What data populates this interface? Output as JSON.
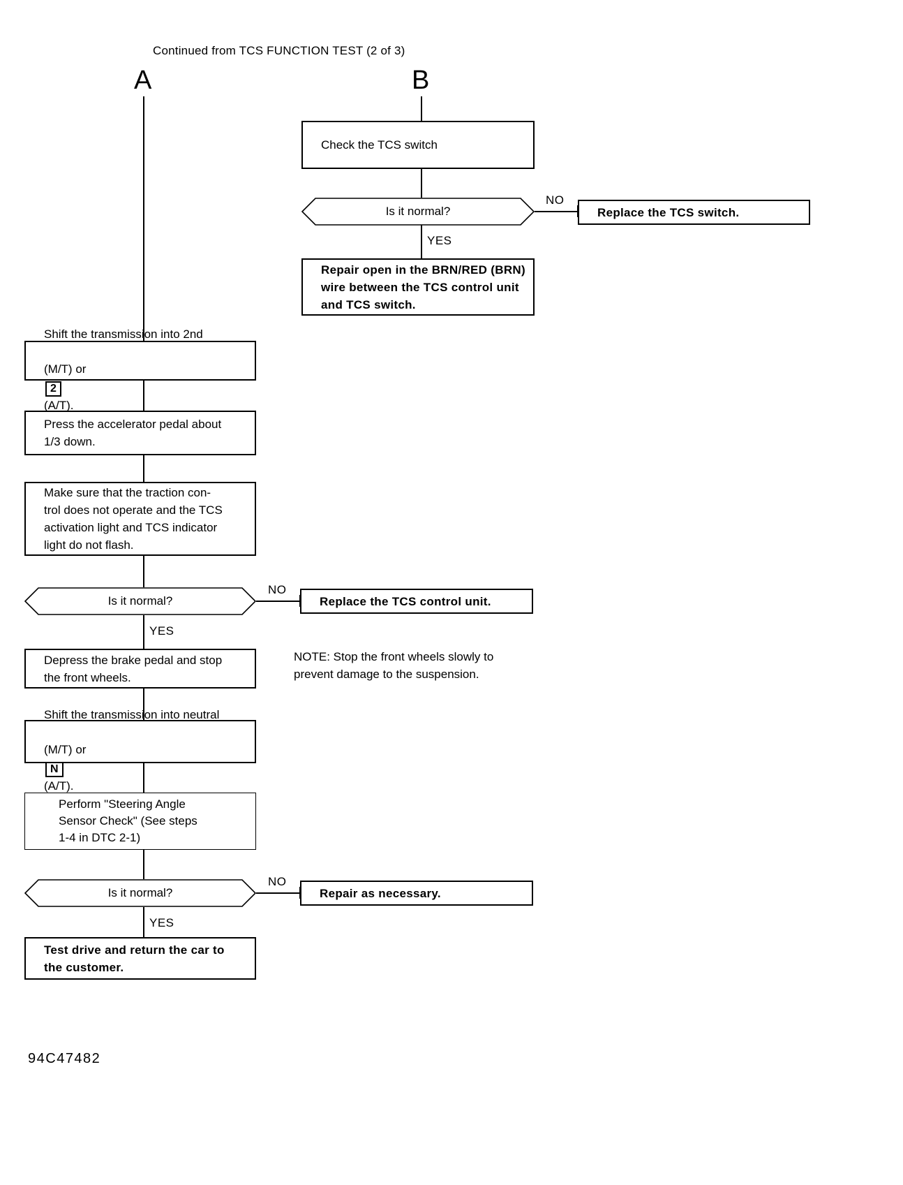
{
  "page": {
    "header_note": "Continued from TCS FUNCTION TEST (2 of 3)",
    "footer_code": "94C47482",
    "ink_color": "#000000",
    "background_color": "#ffffff"
  },
  "connectors": {
    "a_label": "A",
    "b_label": "B"
  },
  "branch_b": {
    "check_switch": "Check the TCS switch",
    "decision_normal": "Is it normal?",
    "no_label": "NO",
    "yes_label": "YES",
    "replace_switch": "Replace the TCS switch.",
    "repair_open": "Repair open in the BRN/RED (BRN)\nwire between the TCS control unit\nand TCS switch."
  },
  "branch_a": {
    "shift_2nd": {
      "line1": "Shift  the  transmission  into  2nd",
      "line2_pre": "(M/T) or",
      "gear": "2",
      "line2_post": "(A/T)."
    },
    "press_accelerator": "Press the accelerator pedal about\n1/3 down.",
    "make_sure": "Make sure that the traction con-\ntrol does not operate and the TCS\nactivation light and TCS indicator\nlight do not flash.",
    "decision_normal_1": "Is it normal?",
    "no_label_1": "NO",
    "yes_label_1": "YES",
    "replace_control_unit": "Replace the TCS control unit.",
    "note": "NOTE: Stop the front wheels slowly to\nprevent damage to the suspension.",
    "depress_brake": "Depress the brake pedal and stop\nthe front wheels.",
    "shift_neutral": {
      "line1": "Shift the transmission into neutral",
      "line2_pre": "(M/T) or",
      "gear": "N",
      "line2_post": "(A/T)."
    },
    "steering_check": "Perform \"Steering Angle\nSensor Check\" (See steps\n1-4 in DTC 2-1)",
    "decision_normal_2": "Is it normal?",
    "no_label_2": "NO",
    "yes_label_2": "YES",
    "repair_as_necessary": "Repair as necessary.",
    "test_drive": "Test drive and return the car to\nthe customer."
  }
}
